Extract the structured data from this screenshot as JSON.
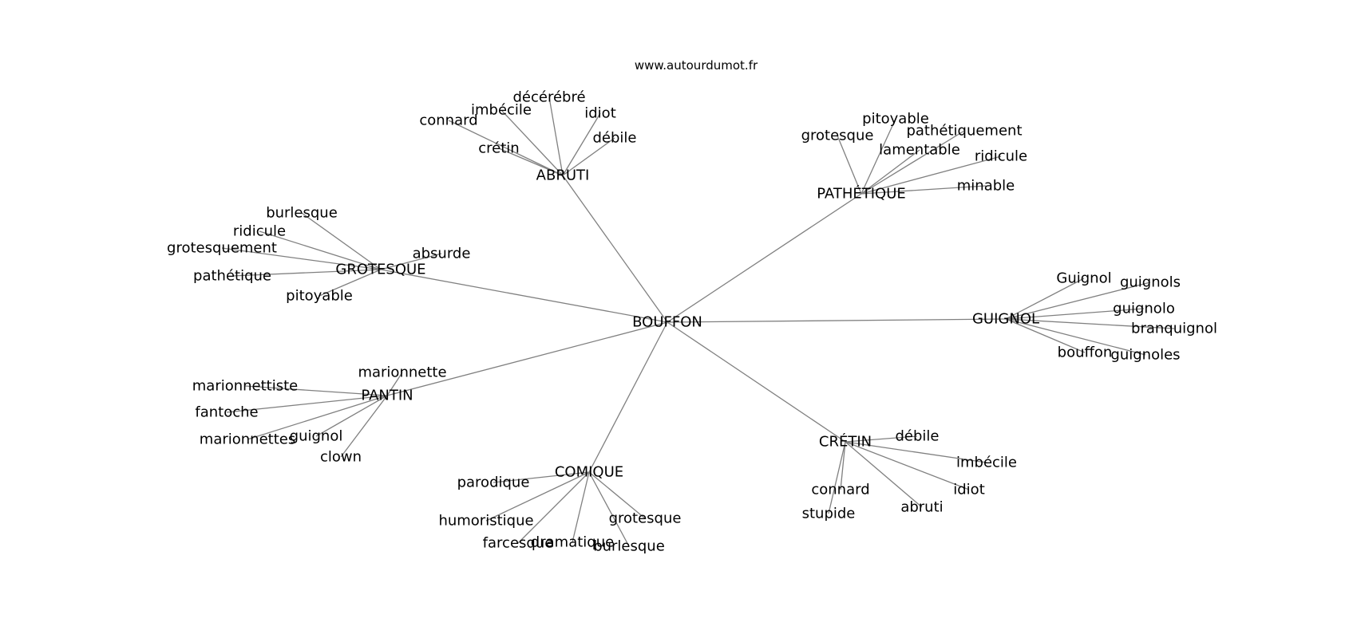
{
  "source": "www.autourdumot.fr",
  "center": "BOUFFON",
  "clusters": [
    {
      "label": "ABRUTI",
      "words": [
        "crétin",
        "connard",
        "imbécile",
        "décérébré",
        "idiot",
        "débile"
      ]
    },
    {
      "label": "PATHÉTIQUE",
      "words": [
        "grotesque",
        "pitoyable",
        "pathétiquement",
        "lamentable",
        "ridicule",
        "minable"
      ]
    },
    {
      "label": "GROTESQUE",
      "words": [
        "burlesque",
        "ridicule",
        "grotesquement",
        "pathétique",
        "pitoyable",
        "absurde"
      ]
    },
    {
      "label": "GUIGNOL",
      "words": [
        "Guignol",
        "guignols",
        "guignolo",
        "branquignol",
        "bouffon",
        "guignoles"
      ]
    },
    {
      "label": "PANTIN",
      "words": [
        "marionnette",
        "marionnettiste",
        "fantoche",
        "marionnettes",
        "guignol",
        "clown"
      ]
    },
    {
      "label": "COMIQUE",
      "words": [
        "parodique",
        "humoristique",
        "farcesque",
        "dramatique",
        "grotesque",
        "burlesque"
      ]
    },
    {
      "label": "CRÉTIN",
      "words": [
        "débile",
        "imbécile",
        "idiot",
        "abruti",
        "connard",
        "stupide"
      ]
    }
  ],
  "colors": {
    "edge": "#808080",
    "text": "#000000",
    "background": "#ffffff"
  }
}
